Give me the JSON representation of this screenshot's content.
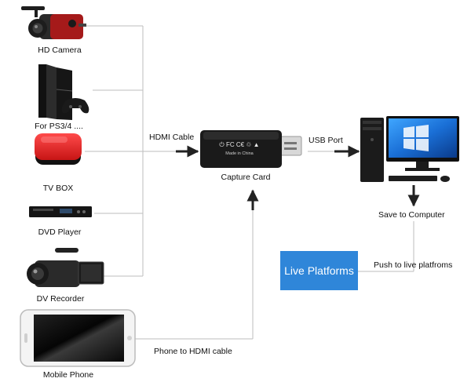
{
  "devices": {
    "hd_camera": "HD Camera",
    "ps": "For PS3/4 ....",
    "tv_box": "TV BOX",
    "dvd_player": "DVD Player",
    "dv_recorder": "DV Recorder",
    "mobile_phone": "Mobile Phone"
  },
  "capture_card": {
    "label": "Capture Card",
    "markings": "⏻ FC C€ ♲ ▲",
    "made_in": "Made in China"
  },
  "edges": {
    "hdmi_cable": "HDMI Cable",
    "usb_port": "USB Port",
    "save_to_computer": "Save to Computer",
    "push_to_live": "Push to live platfroms",
    "phone_to_hdmi": "Phone to HDMI cable"
  },
  "live_platforms": {
    "label": "Live Platforms",
    "color": "#2f86d9"
  }
}
